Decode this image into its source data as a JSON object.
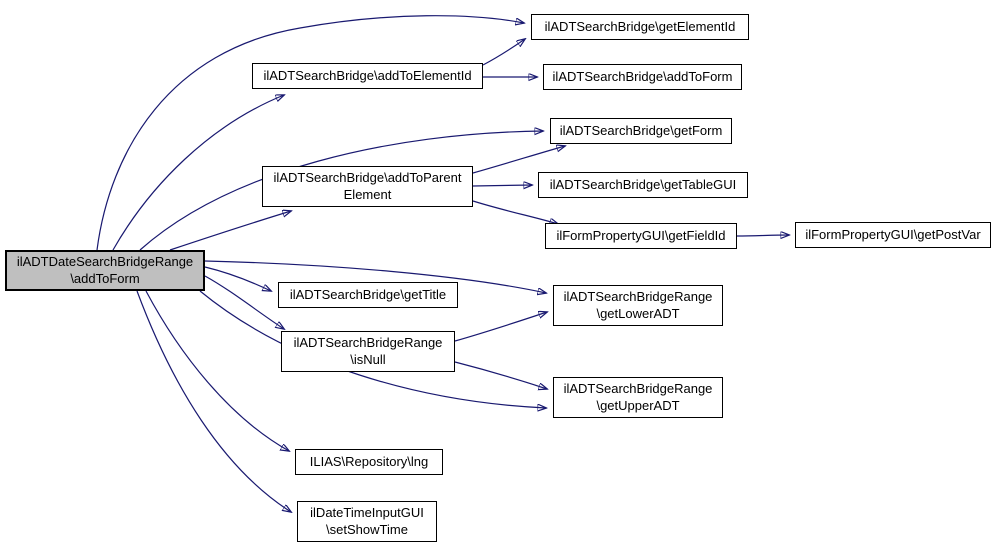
{
  "diagram": {
    "type": "call-graph",
    "background_color": "#ffffff",
    "edge_color": "#191970",
    "node_border_color": "#000000",
    "node_fill_color": "#ffffff",
    "highlight_fill_color": "#bfbfbf",
    "nodes": [
      {
        "id": "main",
        "lines": [
          "ilADTDateSearchBridgeRange",
          "\\addToForm"
        ],
        "highlighted": true
      },
      {
        "id": "getElementId",
        "lines": [
          "ilADTSearchBridge\\getElementId"
        ],
        "highlighted": false
      },
      {
        "id": "addToElementId",
        "lines": [
          "ilADTSearchBridge\\addToElementId"
        ],
        "highlighted": false
      },
      {
        "id": "addToFormBridge",
        "lines": [
          "ilADTSearchBridge\\addToForm"
        ],
        "highlighted": false
      },
      {
        "id": "getForm",
        "lines": [
          "ilADTSearchBridge\\getForm"
        ],
        "highlighted": false
      },
      {
        "id": "addToParentElement",
        "lines": [
          "ilADTSearchBridge\\addToParent",
          "Element"
        ],
        "highlighted": false
      },
      {
        "id": "getTableGUI",
        "lines": [
          "ilADTSearchBridge\\getTableGUI"
        ],
        "highlighted": false
      },
      {
        "id": "getFieldId",
        "lines": [
          "ilFormPropertyGUI\\getFieldId"
        ],
        "highlighted": false
      },
      {
        "id": "getPostVar",
        "lines": [
          "ilFormPropertyGUI\\getPostVar"
        ],
        "highlighted": false
      },
      {
        "id": "getTitle",
        "lines": [
          "ilADTSearchBridge\\getTitle"
        ],
        "highlighted": false
      },
      {
        "id": "getLowerADT",
        "lines": [
          "ilADTSearchBridgeRange",
          "\\getLowerADT"
        ],
        "highlighted": false
      },
      {
        "id": "isNull",
        "lines": [
          "ilADTSearchBridgeRange",
          "\\isNull"
        ],
        "highlighted": false
      },
      {
        "id": "getUpperADT",
        "lines": [
          "ilADTSearchBridgeRange",
          "\\getUpperADT"
        ],
        "highlighted": false
      },
      {
        "id": "lng",
        "lines": [
          "ILIAS\\Repository\\lng"
        ],
        "highlighted": false
      },
      {
        "id": "setShowTime",
        "lines": [
          "ilDateTimeInputGUI",
          "\\setShowTime"
        ],
        "highlighted": false
      }
    ],
    "edges": [
      {
        "from": "main",
        "to": "getElementId"
      },
      {
        "from": "main",
        "to": "addToElementId"
      },
      {
        "from": "main",
        "to": "getForm"
      },
      {
        "from": "main",
        "to": "addToParentElement"
      },
      {
        "from": "main",
        "to": "getTitle"
      },
      {
        "from": "main",
        "to": "getLowerADT"
      },
      {
        "from": "main",
        "to": "isNull"
      },
      {
        "from": "main",
        "to": "getUpperADT"
      },
      {
        "from": "main",
        "to": "lng"
      },
      {
        "from": "main",
        "to": "setShowTime"
      },
      {
        "from": "addToElementId",
        "to": "getElementId"
      },
      {
        "from": "addToElementId",
        "to": "addToFormBridge"
      },
      {
        "from": "addToParentElement",
        "to": "getForm"
      },
      {
        "from": "addToParentElement",
        "to": "getTableGUI"
      },
      {
        "from": "addToParentElement",
        "to": "getFieldId"
      },
      {
        "from": "getFieldId",
        "to": "getPostVar"
      },
      {
        "from": "isNull",
        "to": "getLowerADT"
      },
      {
        "from": "isNull",
        "to": "getUpperADT"
      }
    ]
  }
}
